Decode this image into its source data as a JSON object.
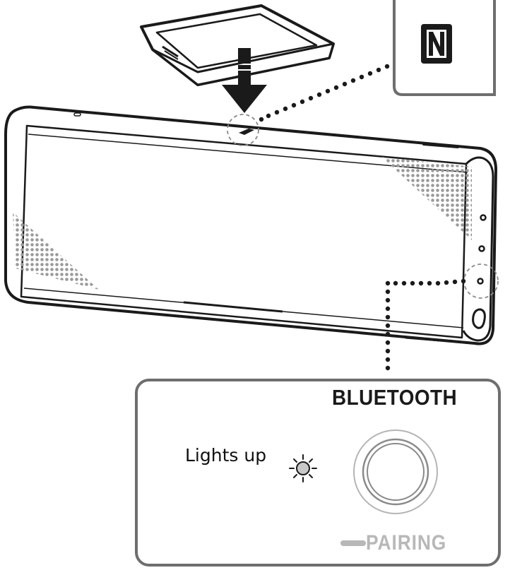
{
  "diagram": {
    "nfc_mark": {
      "icon": "n-mark-icon"
    },
    "button_label": "BLUETOOTH",
    "indicator_label": "Lights up",
    "pairing_label": "PAIRING",
    "colors": {
      "line": "#1a1a1a",
      "panel_border": "#6e6e6e",
      "grille_dots": "#9a9a9a",
      "indicator_fill": "#c8c8c8",
      "pairing_text": "#b8b8b8"
    }
  }
}
